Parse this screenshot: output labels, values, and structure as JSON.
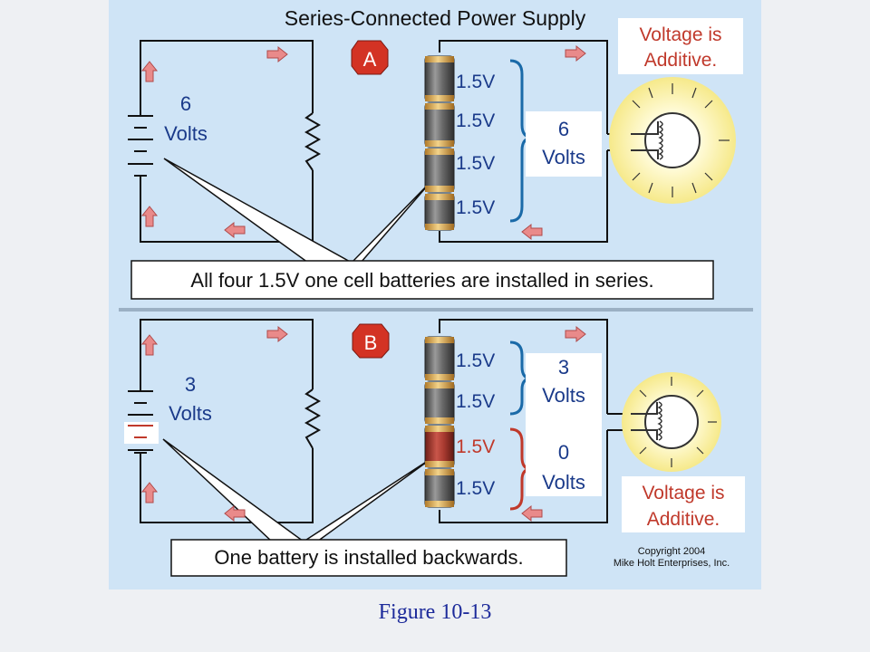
{
  "title": "Series-Connected Power Supply",
  "panel_a": {
    "badge": "A",
    "supply_value": "6",
    "supply_unit": "Volts",
    "cells": [
      "1.5V",
      "1.5V",
      "1.5V",
      "1.5V"
    ],
    "total_value": "6",
    "total_unit": "Volts",
    "note_line1": "Voltage is",
    "note_line2": "Additive.",
    "callout": "All four 1.5V one cell batteries are installed in series."
  },
  "panel_b": {
    "badge": "B",
    "supply_value": "3",
    "supply_unit": "Volts",
    "cells": [
      "1.5V",
      "1.5V",
      "1.5V",
      "1.5V"
    ],
    "pair1_value": "3",
    "pair1_unit": "Volts",
    "pair2_value": "0",
    "pair2_unit": "Volts",
    "note_line1": "Voltage is",
    "note_line2": "Additive.",
    "callout": "One battery is installed backwards."
  },
  "copyright_line1": "Copyright 2004",
  "copyright_line2": "Mike Holt Enterprises, Inc.",
  "figure_caption": "Figure 10-13",
  "colors": {
    "panel_bg": "#cfe4f6",
    "badge": "#d33324",
    "arrow": "#e07070",
    "brace_blue": "#1a6aa8",
    "brace_red": "#c0392b",
    "reversed_cell": "#b8453a",
    "caption": "#1c2a9a"
  }
}
